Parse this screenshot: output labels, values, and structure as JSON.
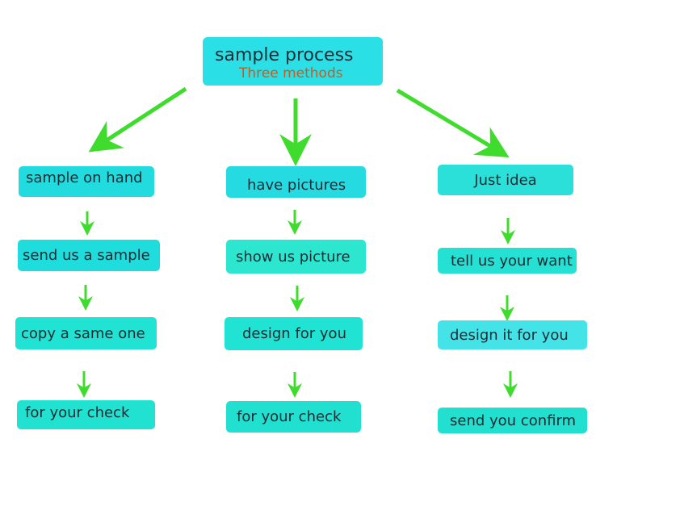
{
  "root": {
    "title": "sample process",
    "subtitle": "Three methods"
  },
  "columns": [
    {
      "steps": [
        "sample on hand",
        "send us a sample",
        "copy a same one",
        "for your check"
      ]
    },
    {
      "steps": [
        "have pictures",
        "show us picture",
        "design for you",
        "for your check"
      ]
    },
    {
      "steps": [
        "Just idea",
        "tell us your want",
        "design it for you",
        "send you confirm"
      ]
    }
  ],
  "colors": {
    "box_fill": "#22dfd6",
    "root_fill": "#2ae0e6",
    "arrow": "#3fdc2e",
    "subtitle_text": "#c95a22"
  }
}
